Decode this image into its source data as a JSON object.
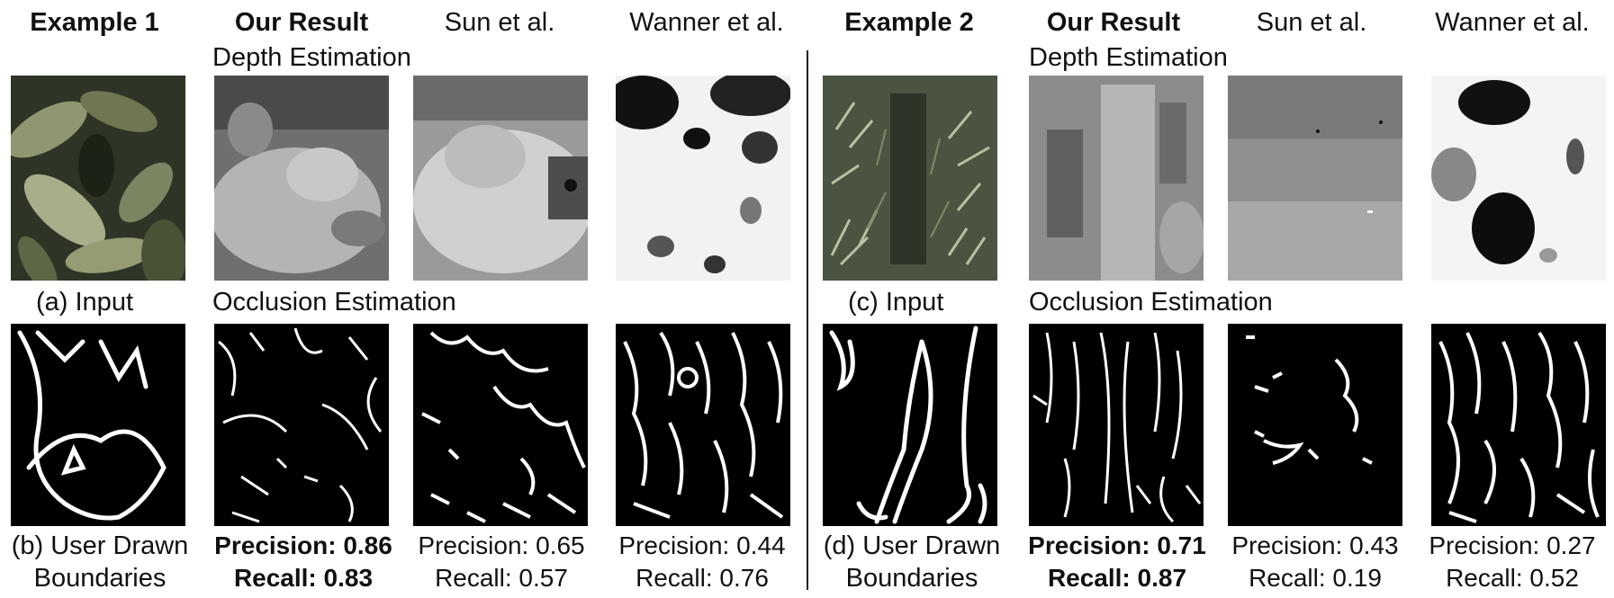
{
  "divider_color": "#222222",
  "ex1": {
    "header": "Example 1",
    "ours": "Our Result",
    "sun": "Sun et al.",
    "wanner": "Wanner et al.",
    "depth_label": "Depth Estimation",
    "input_label": "(a) Input",
    "occlusion_label": "Occlusion Estimation",
    "boundary_line1": "(b) User Drawn",
    "boundary_line2": "Boundaries",
    "ours_precision": "Precision: 0.86",
    "ours_recall": "Recall: 0.83",
    "sun_precision": "Precision: 0.65",
    "sun_recall": "Recall: 0.57",
    "wanner_precision": "Precision: 0.44",
    "wanner_recall": "Recall: 0.76"
  },
  "ex2": {
    "header": "Example 2",
    "ours": "Our Result",
    "sun": "Sun et al.",
    "wanner": "Wanner et al.",
    "depth_label": "Depth Estimation",
    "input_label": "(c) Input",
    "occlusion_label": "Occlusion Estimation",
    "boundary_line1": "(d) User Drawn",
    "boundary_line2": "Boundaries",
    "ours_precision": "Precision: 0.71",
    "ours_recall": "Recall: 0.87",
    "sun_precision": "Precision: 0.43",
    "sun_recall": "Recall: 0.19",
    "wanner_precision": "Precision: 0.27",
    "wanner_recall": "Recall: 0.52"
  }
}
